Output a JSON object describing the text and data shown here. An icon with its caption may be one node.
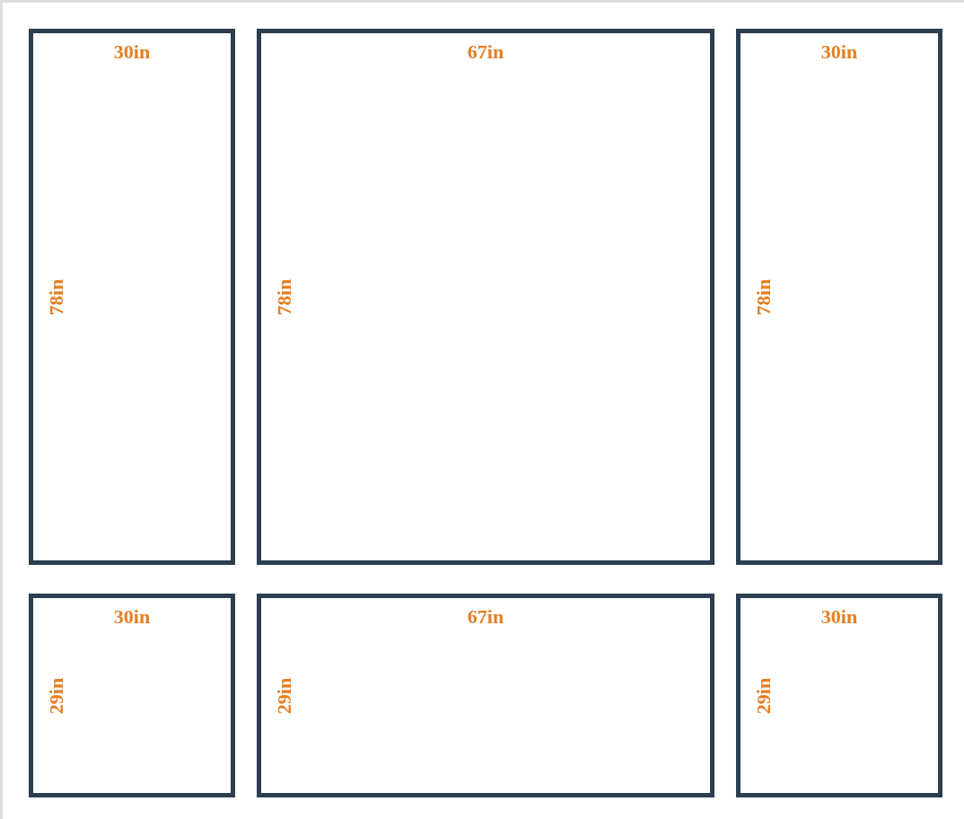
{
  "diagram": {
    "nodes": [
      {
        "text": [
          "30in",
          "78in"
        ]
      },
      {
        "text": [
          "67in",
          "78in"
        ]
      },
      {
        "text": [
          "30in",
          "78in"
        ]
      },
      {
        "text": [
          "30in",
          "29in"
        ]
      },
      {
        "text": [
          "67in",
          "29in"
        ]
      },
      {
        "text": [
          "30in",
          "29in"
        ]
      }
    ]
  }
}
